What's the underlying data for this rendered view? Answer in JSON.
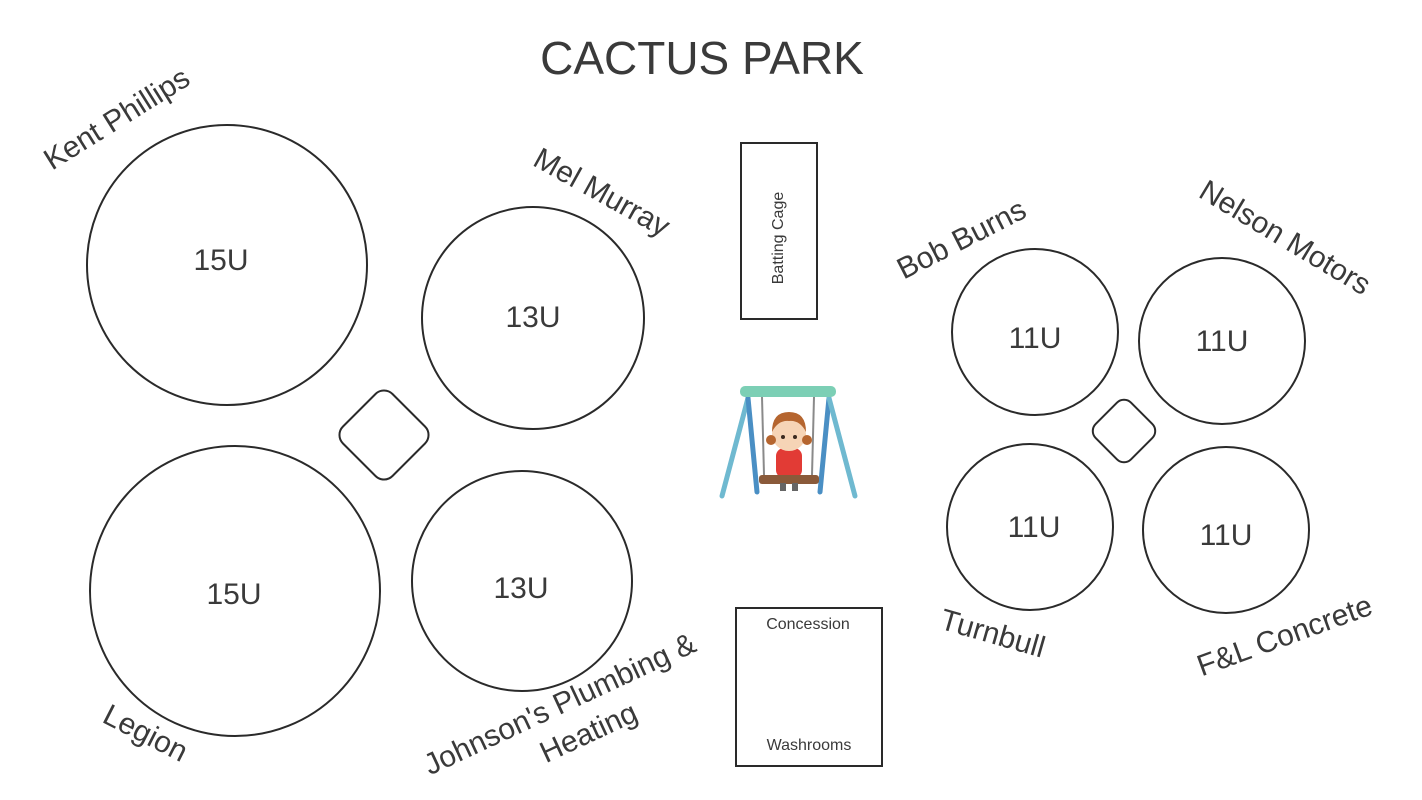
{
  "title": "CACTUS PARK",
  "fields": {
    "kent_phillips": {
      "division": "15U",
      "sponsor": "Kent Phillips"
    },
    "mel_murray": {
      "division": "13U",
      "sponsor": "Mel Murray"
    },
    "legion": {
      "division": "15U",
      "sponsor": "Legion"
    },
    "johnsons": {
      "division": "13U",
      "sponsor_line1": "Johnson's Plumbing &",
      "sponsor_line2": "Heating"
    },
    "bob_burns": {
      "division": "11U",
      "sponsor": "Bob Burns"
    },
    "nelson_motors": {
      "division": "11U",
      "sponsor": "Nelson Motors"
    },
    "turnbull": {
      "division": "11U",
      "sponsor": "Turnbull"
    },
    "fl_concrete": {
      "division": "11U",
      "sponsor": "F&L Concrete"
    }
  },
  "facilities": {
    "batting_cage": "Batting Cage",
    "concession": "Concession",
    "washrooms": "Washrooms"
  },
  "icons": {
    "playground": "swing-icon",
    "left_infield": "diamond-icon",
    "right_infield": "diamond-icon"
  }
}
